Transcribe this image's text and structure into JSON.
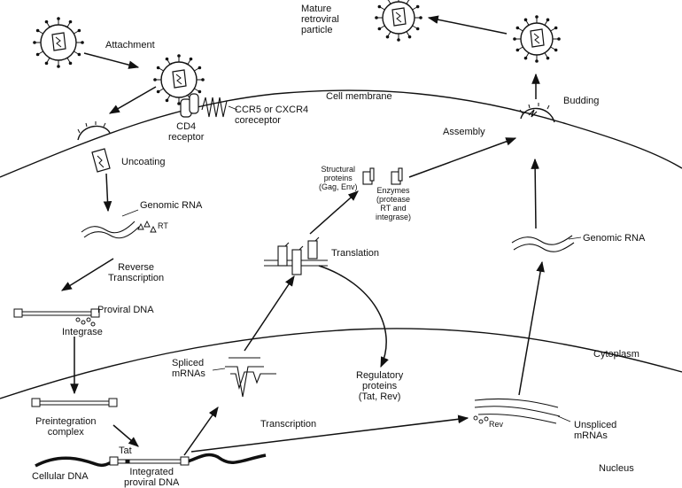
{
  "labels": {
    "attachment": "Attachment",
    "mature_particle": "Mature\nretroviral\nparticle",
    "cell_membrane": "Cell membrane",
    "budding": "Budding",
    "ccr5": "CCR5 or CXCR4\ncoreceptor",
    "cd4": "CD4\nreceptor",
    "assembly": "Assembly",
    "uncoating": "Uncoating",
    "structural_proteins": "Structural\nproteins\n(Gag, Env)",
    "enzymes": "Enzymes\n(protease\nRT and\nintegrase)",
    "genomic_rna_top": "Genomic RNA",
    "rt": "RT",
    "translation": "Translation",
    "genomic_rna_right": "Genomic RNA",
    "reverse_transcription": "Reverse\nTranscription",
    "proviral_dna": "Proviral DNA",
    "integrase": "Integrase",
    "cytoplasm": "Cytoplasm",
    "spliced_mrnas": "Spliced\nmRNAs",
    "regulatory_proteins": "Regulatory\nproteins\n(Tat, Rev)",
    "preintegration_complex": "Preintegration\ncomplex",
    "transcription": "Transcription",
    "rev": "Rev",
    "unspliced_mrnas": "Unspliced\nmRNAs",
    "tat": "Tat",
    "cellular_dna": "Cellular DNA",
    "integrated_proviral_dna": "Integrated\nproviral DNA",
    "nucleus": "Nucleus"
  }
}
